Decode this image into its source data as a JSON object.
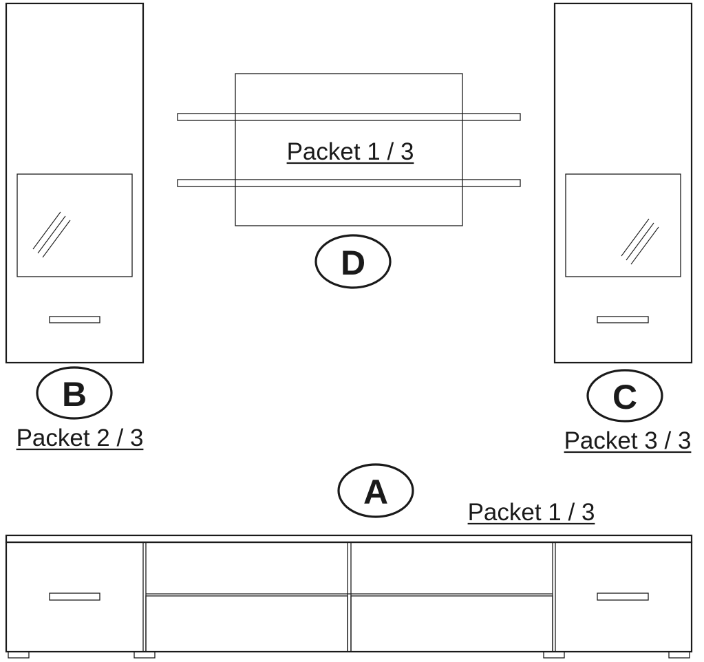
{
  "modules": {
    "a": {
      "letter": "A",
      "packet": "Packet 1 / 3"
    },
    "b": {
      "letter": "B",
      "packet": "Packet 2 / 3"
    },
    "c": {
      "letter": "C",
      "packet": "Packet 3 / 3"
    },
    "d": {
      "letter": "D",
      "packet": "Packet 1 / 3"
    }
  }
}
